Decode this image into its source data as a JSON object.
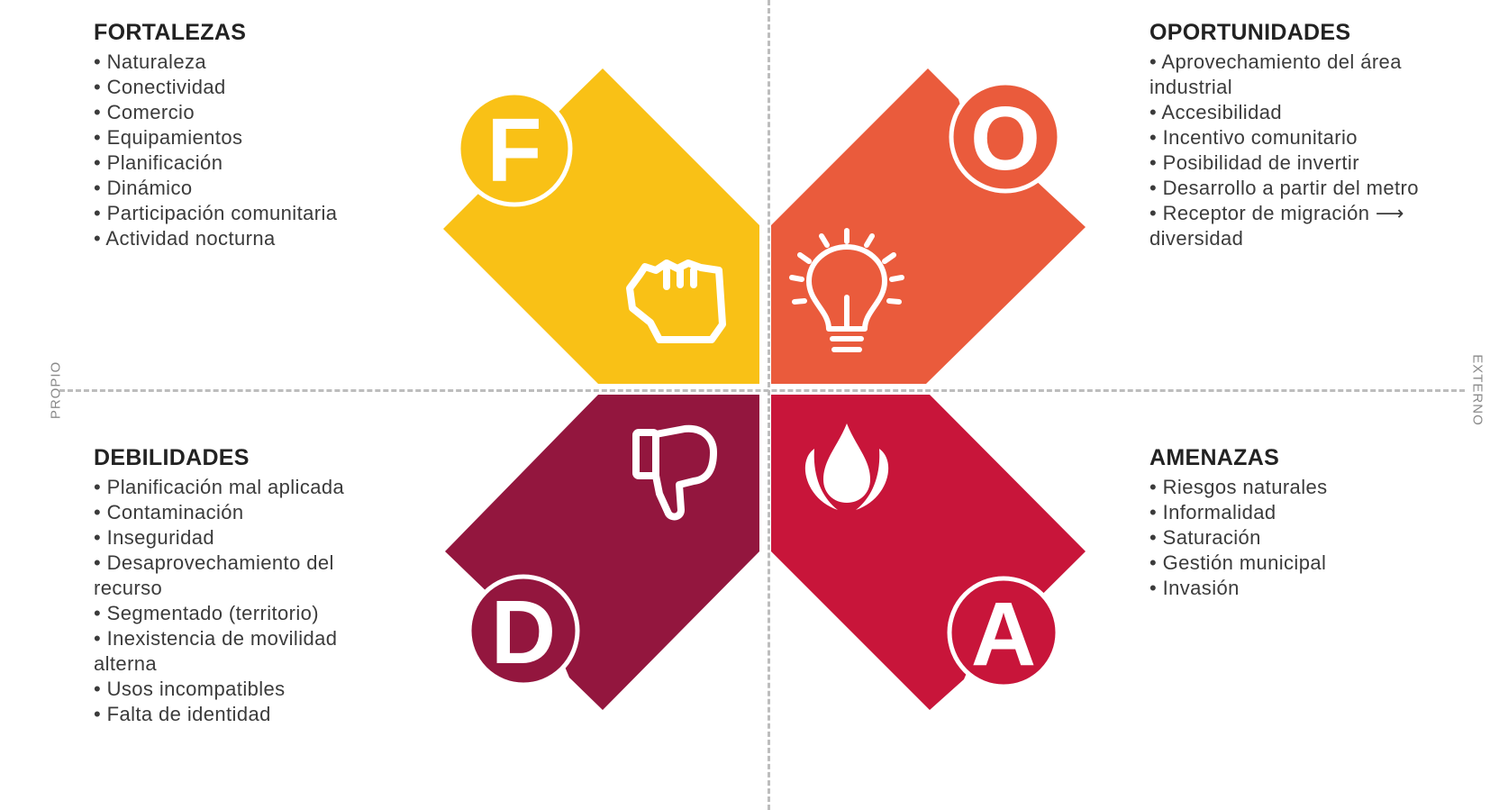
{
  "axis": {
    "left_label": "PROPIO",
    "right_label": "EXTERNO"
  },
  "quadrants": {
    "fortalezas": {
      "title": "FORTALEZAS",
      "letter": "F",
      "color": "#F9C116",
      "icon": "fist-icon",
      "items": [
        "• Naturaleza",
        "• Conectividad",
        "• Comercio",
        "• Equipamientos",
        "• Planificación",
        "• Dinámico",
        "• Participación comunitaria",
        "•  Actividad nocturna"
      ]
    },
    "oportunidades": {
      "title": "OPORTUNIDADES",
      "letter": "O",
      "color": "#EA5B3C",
      "icon": "lightbulb-icon",
      "items": [
        "• Aprovechamiento del área industrial",
        "• Accesibilidad",
        "• Incentivo comunitario",
        "• Posibilidad de invertir",
        "• Desarrollo a partir del metro",
        "• Receptor de migración ⟶ diversidad"
      ]
    },
    "debilidades": {
      "title": "DEBILIDADES",
      "letter": "D",
      "color": "#93163E",
      "icon": "thumbs-down-icon",
      "items": [
        "• Planificación mal aplicada",
        "• Contaminación",
        "• Inseguridad",
        "• Desaprovechamiento del recurso",
        "• Segmentado (territorio)",
        "• Inexistencia de movilidad alterna",
        "• Usos incompatibles",
        "• Falta de identidad"
      ]
    },
    "amenazas": {
      "title": "AMENAZAS",
      "letter": "A",
      "color": "#C8153A",
      "icon": "fire-icon",
      "items": [
        "• Riesgos naturales",
        "• Informalidad",
        "• Saturación",
        "• Gestión municipal",
        "• Invasión"
      ]
    }
  }
}
